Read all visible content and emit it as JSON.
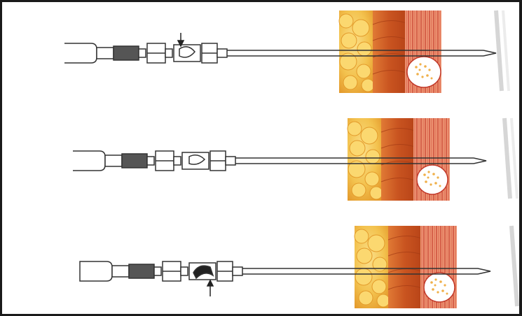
{
  "figure": {
    "panels": [
      {
        "id": "panel-1",
        "stopcock_state": "arrow-pointing-down",
        "arrow_marker": "above"
      },
      {
        "id": "panel-2",
        "stopcock_state": "neutral",
        "arrow_marker": "none"
      },
      {
        "id": "panel-3",
        "stopcock_state": "arrow-pointing-up",
        "arrow_marker": "below"
      }
    ],
    "colors": {
      "fat": "#f3c45a",
      "fat_shadow": "#e59b2a",
      "muscle": "#d9622a",
      "muscle_dark": "#b8441a",
      "fascia": "#e8875f",
      "fascia_lines": "#c23a2a",
      "nerve_fill": "#ffffff",
      "nerve_dots": "#f0b04a",
      "syringe_plunger": "#555555",
      "outline": "#333333"
    }
  }
}
